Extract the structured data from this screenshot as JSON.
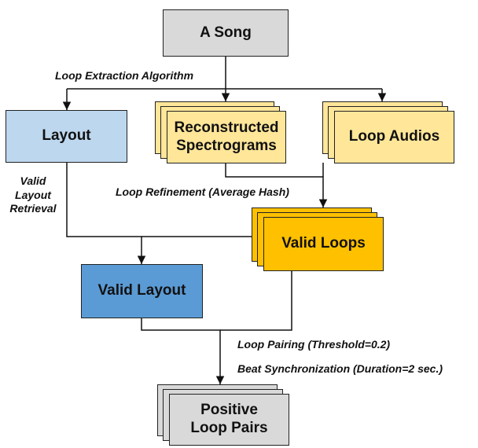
{
  "nodes": {
    "song": "A Song",
    "layout": "Layout",
    "spectrograms_line1": "Reconstructed",
    "spectrograms_line2": "Spectrograms",
    "loop_audios": "Loop Audios",
    "valid_loops": "Valid Loops",
    "valid_layout": "Valid Layout",
    "positive_line1": "Positive",
    "positive_line2": "Loop Pairs"
  },
  "edges": {
    "extraction": "Loop Extraction Algorithm",
    "refinement": "Loop Refinement (Average Hash)",
    "retrieval_line1": "Valid",
    "retrieval_line2": "Layout",
    "retrieval_line3": "Retrieval",
    "pairing": "Loop Pairing (Threshold=0.2)",
    "sync": "Beat Synchronization (Duration=2 sec.)"
  },
  "colors": {
    "gray": "#d9d9d9",
    "light_blue": "#bdd7ee",
    "cream": "#ffe699",
    "orange": "#ffc000",
    "blue": "#5b9bd5"
  }
}
